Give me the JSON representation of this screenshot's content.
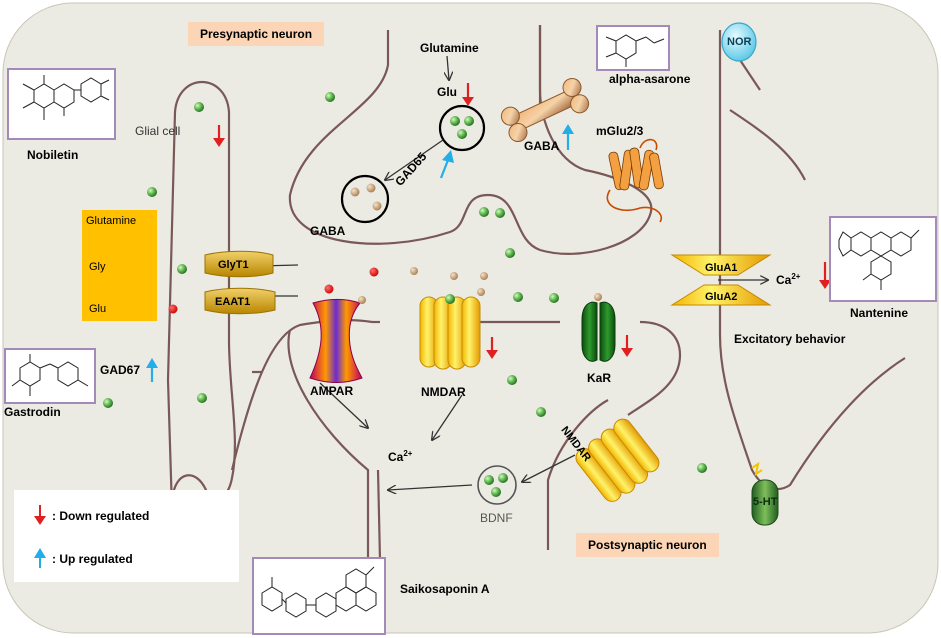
{
  "labels": {
    "presynaptic": "Presynaptic neuron",
    "postsynaptic": "Postsynaptic neuron",
    "glutamine_top": "Glutamine",
    "glu_top": "Glu",
    "gaba_vesicle": "GABA",
    "gad65": "GAD65",
    "gaba_receptor": "GABA",
    "mglu": "mGlu2/3",
    "glial": "Glial cell",
    "nor": "NOR",
    "alpha_asarone": "alpha-asarone",
    "nobiletin": "Nobiletin",
    "glutamine_box": "Glutamine",
    "gly_box": "Gly",
    "glu_box": "Glu",
    "glyt1": "GlyT1",
    "eaat1": "EAAT1",
    "glua1": "GluA1",
    "glua2": "GluA2",
    "ca_right": "Ca",
    "ca_right_sup": "2+",
    "nantenine": "Nantenine",
    "excitatory": "Excitatory behavior",
    "gad67": "GAD67",
    "gastrodin": "Gastrodin",
    "ampar": "AMPAR",
    "nmdar": "NMDAR",
    "kar": "KaR",
    "ca_center": "Ca",
    "ca_center_sup": "2+",
    "nmdar_rot": "NMDAR",
    "bdnf": "BDNF",
    "ht5": "5-HT",
    "saikosaponin": "Saikosaponin A"
  },
  "legend": {
    "down": ": Down regulated",
    "up": ": Up regulated"
  },
  "colors": {
    "background": "#ecebe3",
    "membrane": "#7a5858",
    "down_arrow": "#e02020",
    "up_arrow": "#22aee8",
    "vesicle_green": "#3d9a3a",
    "glu_dot": "#e8101a",
    "gaba_dot": "#c8a47a",
    "gaba_box": "#ffc000",
    "compound_border": "#a48ab8"
  }
}
